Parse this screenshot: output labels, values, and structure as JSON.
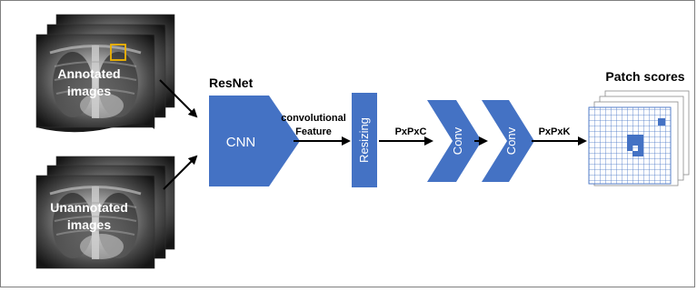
{
  "stacks": {
    "annotated": {
      "line1": "Annotated",
      "line2": "images"
    },
    "unannotated": {
      "line1": "Unannotated",
      "line2": "images"
    }
  },
  "backbone": {
    "title": "ResNet",
    "block_label": "CNN"
  },
  "feature_label": {
    "line1": "convolutional",
    "line2": "Feature"
  },
  "resizing_label": "Resizing",
  "shape_after_resize": "PxPxC",
  "conv_labels": [
    "Conv",
    "Conv"
  ],
  "shape_after_conv": "PxPxK",
  "output": {
    "title": "Patch scores"
  },
  "colors": {
    "block_blue": "#4472c4",
    "arrow": "#000000",
    "grid_line": "#4472c4",
    "annotation_box": "#f0b400",
    "frame": "#7f7f7f",
    "text_on_image": "#ffffff"
  },
  "icons": {
    "xray": "chest-xray-image",
    "patch_grid": "patch-score-grid"
  }
}
